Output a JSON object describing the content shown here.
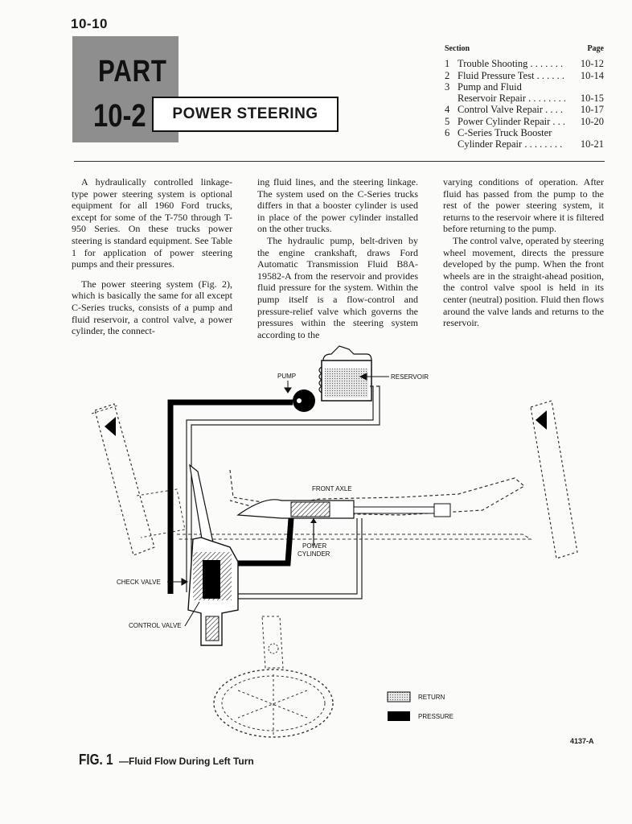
{
  "header": {
    "page_number": "10-10"
  },
  "part": {
    "word": "PART",
    "number": "10-2",
    "title": "POWER STEERING"
  },
  "toc": {
    "section_header": "Section",
    "page_header": "Page",
    "entries": [
      {
        "num": "1",
        "lines": [
          "Trouble Shooting"
        ],
        "page": "10-12"
      },
      {
        "num": "2",
        "lines": [
          "Fluid Pressure Test"
        ],
        "page": "10-14"
      },
      {
        "num": "3",
        "lines": [
          "Pump and Fluid",
          "Reservoir Repair"
        ],
        "page": "10-15"
      },
      {
        "num": "4",
        "lines": [
          "Control Valve Repair"
        ],
        "page": "10-17"
      },
      {
        "num": "5",
        "lines": [
          "Power Cylinder Repair"
        ],
        "page": "10-20"
      },
      {
        "num": "6",
        "lines": [
          "C-Series Truck Booster",
          "Cylinder Repair"
        ],
        "page": "10-21"
      }
    ]
  },
  "body": {
    "p1": "A hydraulically controlled linkage-type power steering system is optional equipment for all 1960 Ford trucks, except for some of the T-750 through T-950 Series. On these trucks power steering is standard equipment. See Table 1 for application of power steering pumps and their pressures.",
    "p2": "The power steering system (Fig. 2), which is basically the same for all except C-Series trucks, consists of a pump and fluid reservoir, a control valve, a power cylinder, the connecting fluid lines, and the steering linkage. The system used on the C-Series trucks differs in that a booster cylinder is used in place of the power cylinder installed on the other trucks.",
    "p3": "The hydraulic pump, belt-driven by the engine crankshaft, draws Ford Automatic Transmission Fluid B8A-19582-A from the reservoir and provides fluid pressure for the system. Within the pump itself is a flow-control and pressure-relief valve which governs the pressures within the steering system according to the varying conditions of operation. After fluid has passed from the pump to the rest of the power steering system, it returns to the reservoir where it is filtered before returning to the pump.",
    "p4": "The control valve, operated by steering wheel movement, directs the pressure developed by the pump. When the front wheels are in the straight-ahead position, the control valve spool is held in its center (neutral) position. Fluid then flows around the valve lands and returns to the reservoir."
  },
  "figure": {
    "labels": {
      "pump": "PUMP",
      "reservoir": "RESERVOIR",
      "front_axle": "FRONT AXLE",
      "power_cylinder_1": "POWER",
      "power_cylinder_2": "CYLINDER",
      "check_valve": "CHECK VALVE",
      "control_valve": "CONTROL VALVE",
      "return": "RETURN",
      "pressure": "PRESSURE"
    },
    "caption_fig": "FIG. 1",
    "caption_text": "—Fluid Flow During Left Turn",
    "code": "4137-A"
  }
}
